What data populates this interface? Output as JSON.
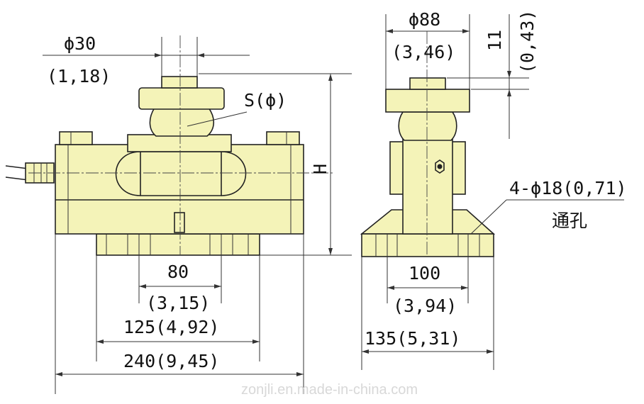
{
  "front_view": {
    "phi30": "ϕ30",
    "phi30_inch": "(1,18)",
    "s_phi": "S(ϕ)",
    "h": "H",
    "d80": "80",
    "d80_inch": "(3,15)",
    "d125": "125(4,92)",
    "d240": "240(9,45)"
  },
  "side_view": {
    "phi88": "ϕ88",
    "phi88_inch": "(3,46)",
    "d11": "11",
    "d11_inch": "(0,43)",
    "holes": "4-ϕ18(0,71)",
    "through_hole": "通孔",
    "d100": "100",
    "d100_inch": "(3,94)",
    "d135": "135(5,31)"
  },
  "watermark": "zonjli.en.made-in-china.com",
  "colors": {
    "body_fill": "#f4f3b8",
    "line": "#222222"
  }
}
